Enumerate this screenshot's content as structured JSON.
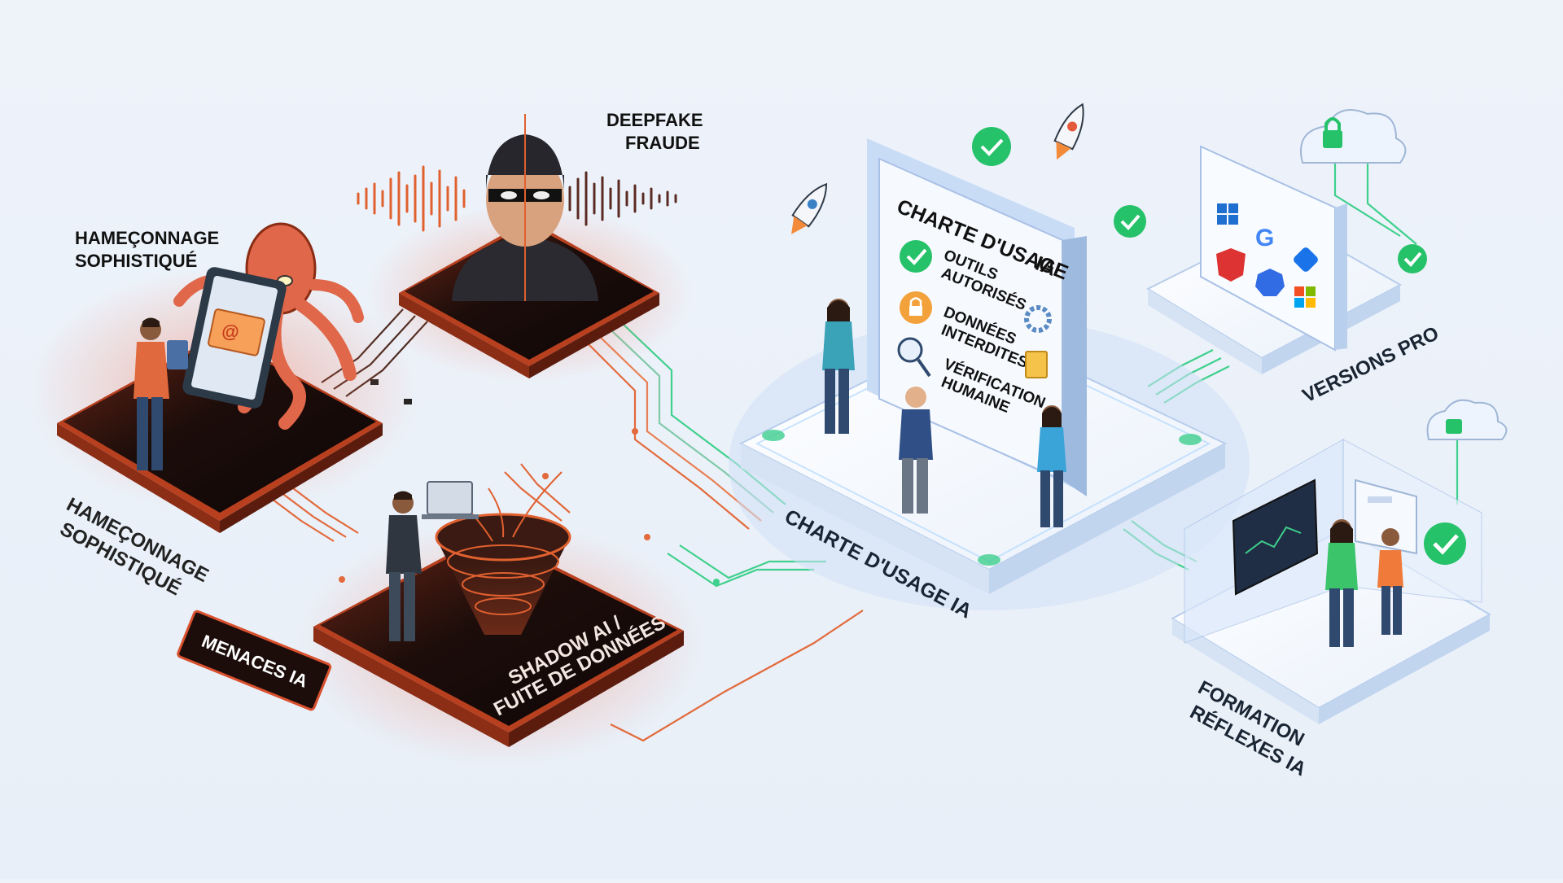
{
  "labels": {
    "deepfake_line1": "DEEPFAKE",
    "deepfake_line2": "FRAUDE",
    "phishing_top_line1": "HAMEÇONNAGE",
    "phishing_top_line2": "SOPHISTIQUÉ",
    "phishing_platform_line1": "HAMEÇONNAGE",
    "phishing_platform_line2": "SOPHISTIQUÉ",
    "menaces": "MENACES IA",
    "shadow_line1": "SHADOW AI /",
    "shadow_line2": "FUITE DE DONNÉES",
    "charte_platform": "CHARTE D'USAGE IA",
    "versions_pro": "VERSIONS PRO",
    "formation_line1": "FORMATION",
    "formation_line2": "RÉFLEXES IA"
  },
  "book": {
    "title_line1": "CHARTE D'USAGE",
    "title_line2": "IA",
    "item1_line1": "OUTILS",
    "item1_line2": "AUTORISÉS",
    "item2_line1": "DONNÉES",
    "item2_line2": "INTERDITES",
    "item3_line1": "VÉRIFICATION",
    "item3_line2": "HUMAINE"
  },
  "icons": {
    "email": "@",
    "google": "G"
  },
  "colors": {
    "threat_orange": "#d9502e",
    "threat_dark": "#1a0d0b",
    "safe_blue": "#b9cff0",
    "safe_green": "#26c26a",
    "line_orange": "#e26a3c",
    "line_green": "#3fd08d"
  }
}
